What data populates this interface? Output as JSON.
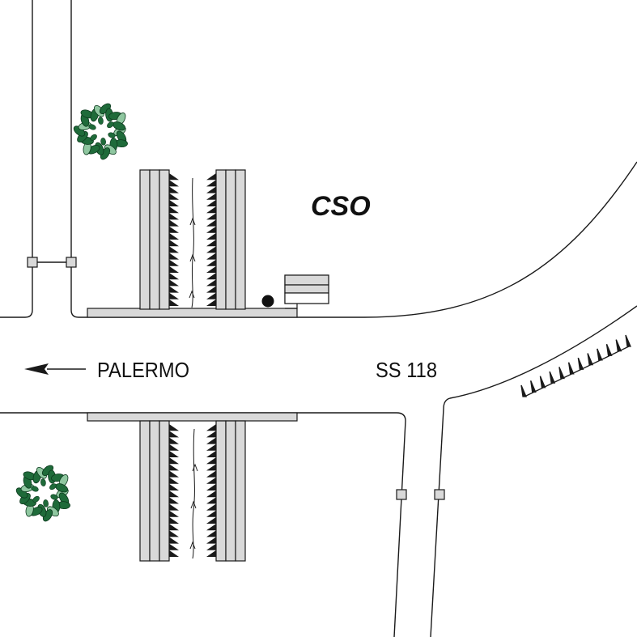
{
  "labels": {
    "site": "CSO",
    "direction": "PALERMO",
    "road": "SS 118"
  },
  "colors": {
    "line": "#1a1a1a",
    "building_fill": "#d9d9d9",
    "tree_dark": "#1f6b3a",
    "tree_light": "#8fc7a0"
  },
  "icons": {
    "arrow": "arrow-left-icon",
    "tree": "tree-icon",
    "marker": "point-marker-icon",
    "embankment": "embankment-hatching"
  }
}
